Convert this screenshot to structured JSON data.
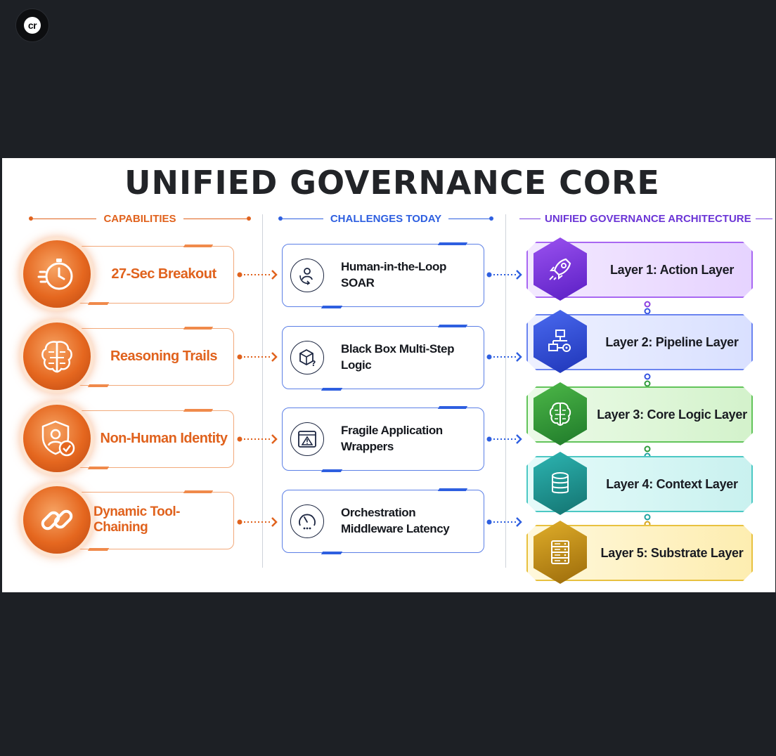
{
  "brand": {
    "logo_text": "cr"
  },
  "diagram": {
    "title": "UNIFIED GOVERNANCE CORE",
    "sections": {
      "capabilities": "CAPABILITIES",
      "challenges": "CHALLENGES TODAY",
      "architecture": "UNIFIED GOVERNANCE ARCHITECTURE"
    },
    "capabilities": [
      {
        "label": "27-Sec Breakout",
        "icon": "stopwatch-speed-icon"
      },
      {
        "label": "Reasoning Trails",
        "icon": "brain-icon"
      },
      {
        "label": "Non-Human Identity",
        "icon": "user-shield-check-icon"
      },
      {
        "label": "Dynamic Tool-Chaining",
        "icon": "chain-link-icon"
      }
    ],
    "challenges": [
      {
        "label": "Human-in-the-Loop SOAR",
        "icon": "person-loop-icon"
      },
      {
        "label": "Black Box Multi-Step Logic",
        "icon": "box-question-icon"
      },
      {
        "label": "Fragile Application Wrappers",
        "icon": "window-warning-icon"
      },
      {
        "label": "Orchestration Middleware Latency",
        "icon": "gauge-latency-icon"
      }
    ],
    "layers": [
      {
        "label": "Layer 1: Action Layer",
        "icon": "rocket-icon",
        "color": "#8b3fe0"
      },
      {
        "label": "Layer 2: Pipeline Layer",
        "icon": "flowchart-icon",
        "color": "#3553e0"
      },
      {
        "label": "Layer 3: Core Logic Layer",
        "icon": "brain-icon",
        "color": "#2f9a3c"
      },
      {
        "label": "Layer 4: Context Layer",
        "icon": "database-icon",
        "color": "#1fa2a0"
      },
      {
        "label": "Layer 5: Substrate Layer",
        "icon": "server-rack-icon",
        "color": "#d6a41a"
      }
    ],
    "colors": {
      "capabilities_accent": "#e0621d",
      "challenges_accent": "#2e5fe0",
      "architecture_accent": "#7a3fe0"
    }
  }
}
